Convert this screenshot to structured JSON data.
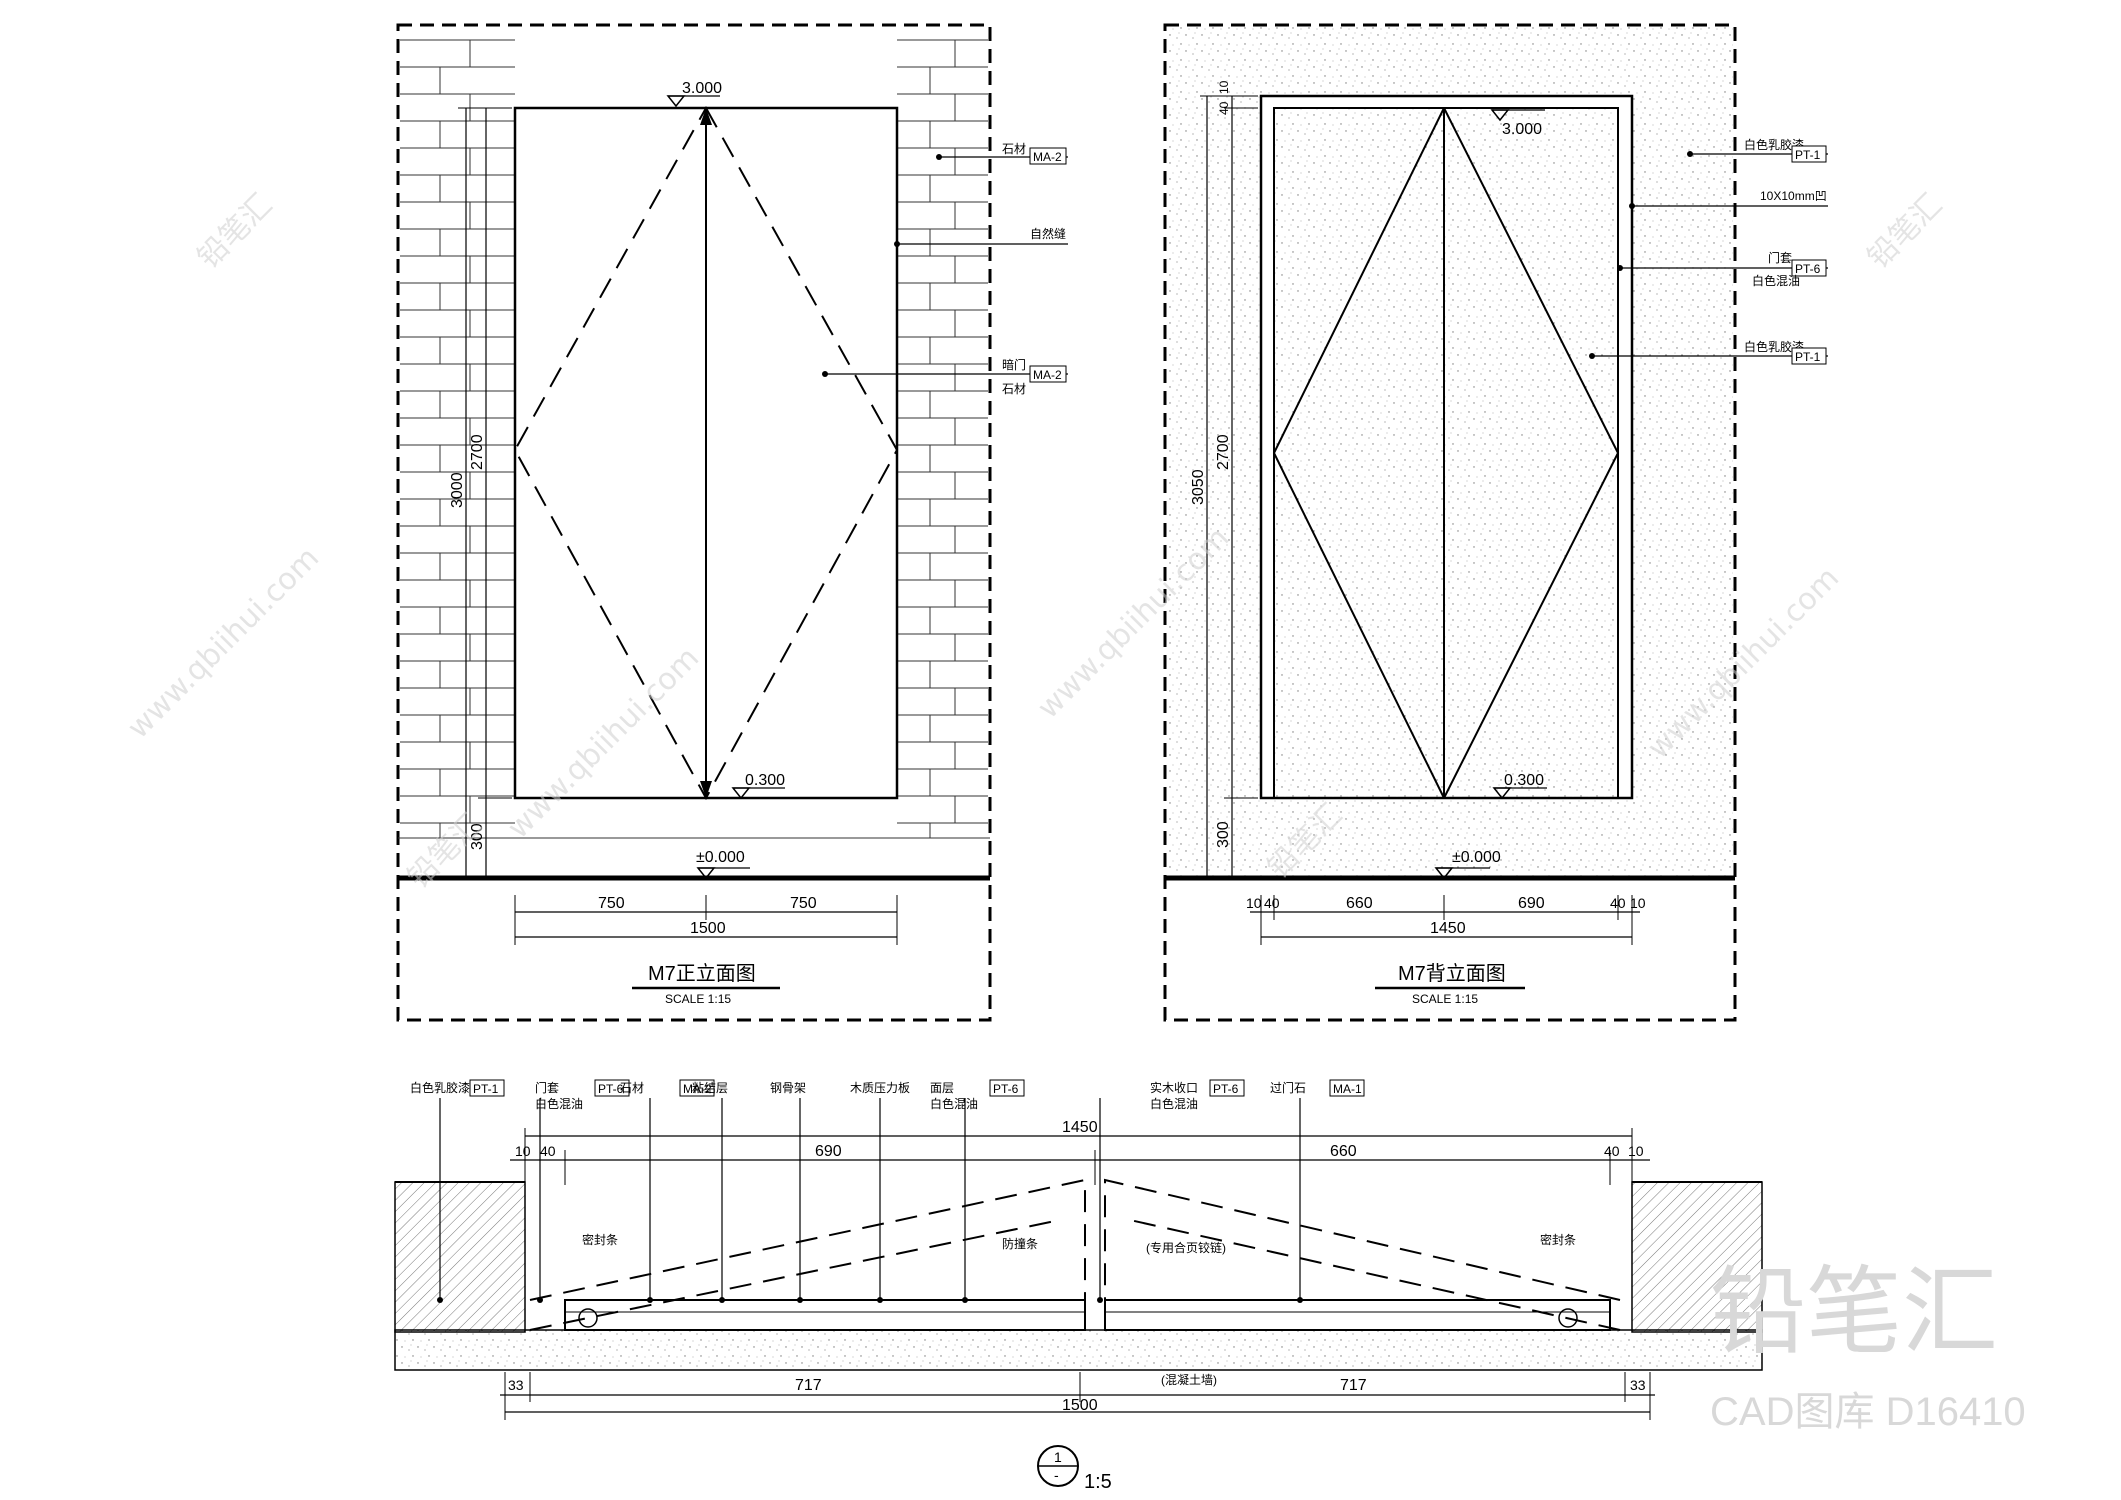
{
  "front_elevation": {
    "title": "M7正立面图",
    "scale": "SCALE  1:15",
    "level_top": "3.000",
    "level_floor": "0.300",
    "level_zero": "±0.000",
    "dim_total_height": "3000",
    "dim_door_height": "2700",
    "dim_base": "300",
    "dim_left_half": "750",
    "dim_right_half": "750",
    "dim_width": "1500",
    "callouts": [
      {
        "text": "石材",
        "tag": "MA-2"
      },
      {
        "text": "自然缝",
        "tag": ""
      },
      {
        "text": "暗门",
        "tag": "MA-2"
      },
      {
        "text": "石材",
        "tag": ""
      }
    ]
  },
  "back_elevation": {
    "title": "M7背立面图",
    "scale": "SCALE  1:15",
    "level_top": "3.000",
    "level_floor": "0.300",
    "level_zero": "±0.000",
    "dim_total_height": "3050",
    "dim_door_height": "2700",
    "dim_base": "300",
    "dim_top_a": "40",
    "dim_top_b": "10",
    "dim_bottom": [
      "10",
      "40",
      "660",
      "690",
      "40",
      "10"
    ],
    "dim_width": "1450",
    "callouts": [
      {
        "text": "白色乳胶漆",
        "tag": "PT-1"
      },
      {
        "text": "10X10mm凹",
        "tag": ""
      },
      {
        "text": "门套",
        "tag": "PT-6"
      },
      {
        "text": "白色混油",
        "tag": ""
      },
      {
        "text": "白色乳胶漆",
        "tag": "PT-1"
      }
    ]
  },
  "section": {
    "scale_label": "1:5",
    "marker_top": "1",
    "marker_bottom": "-",
    "top_callouts": [
      {
        "text": "白色乳胶漆",
        "tag": "PT-1"
      },
      {
        "text": "门套",
        "tag": "PT-6"
      },
      {
        "text": "白色混油",
        "tag": ""
      },
      {
        "text": "石材",
        "tag": "MA-2"
      },
      {
        "text": "粘结层",
        "tag": ""
      },
      {
        "text": "钢骨架",
        "tag": ""
      },
      {
        "text": "木质压力板",
        "tag": ""
      },
      {
        "text": "面层",
        "tag": "PT-6"
      },
      {
        "text": "白色混油",
        "tag": ""
      },
      {
        "text": "实木收口",
        "tag": "PT-6"
      },
      {
        "text": "白色混油",
        "tag": ""
      },
      {
        "text": "过门石",
        "tag": "MA-1"
      }
    ],
    "dims_top": {
      "total": "1450",
      "left_a": "10",
      "left_b": "40",
      "left_leaf": "690",
      "right_leaf": "660",
      "right_b": "40",
      "right_a": "10"
    },
    "dims_bottom": {
      "left_end": "33",
      "left_leaf": "717",
      "right_leaf": "717",
      "right_end": "33",
      "total": "1500"
    },
    "inner_labels": [
      "密封条",
      "防撞条",
      "(专用合页铰链)",
      "密封条",
      "(混凝土墙)"
    ]
  },
  "watermark": {
    "brand": "铅笔汇",
    "site": "www.qbiihui.com",
    "caption": "CAD图库 D16410"
  }
}
